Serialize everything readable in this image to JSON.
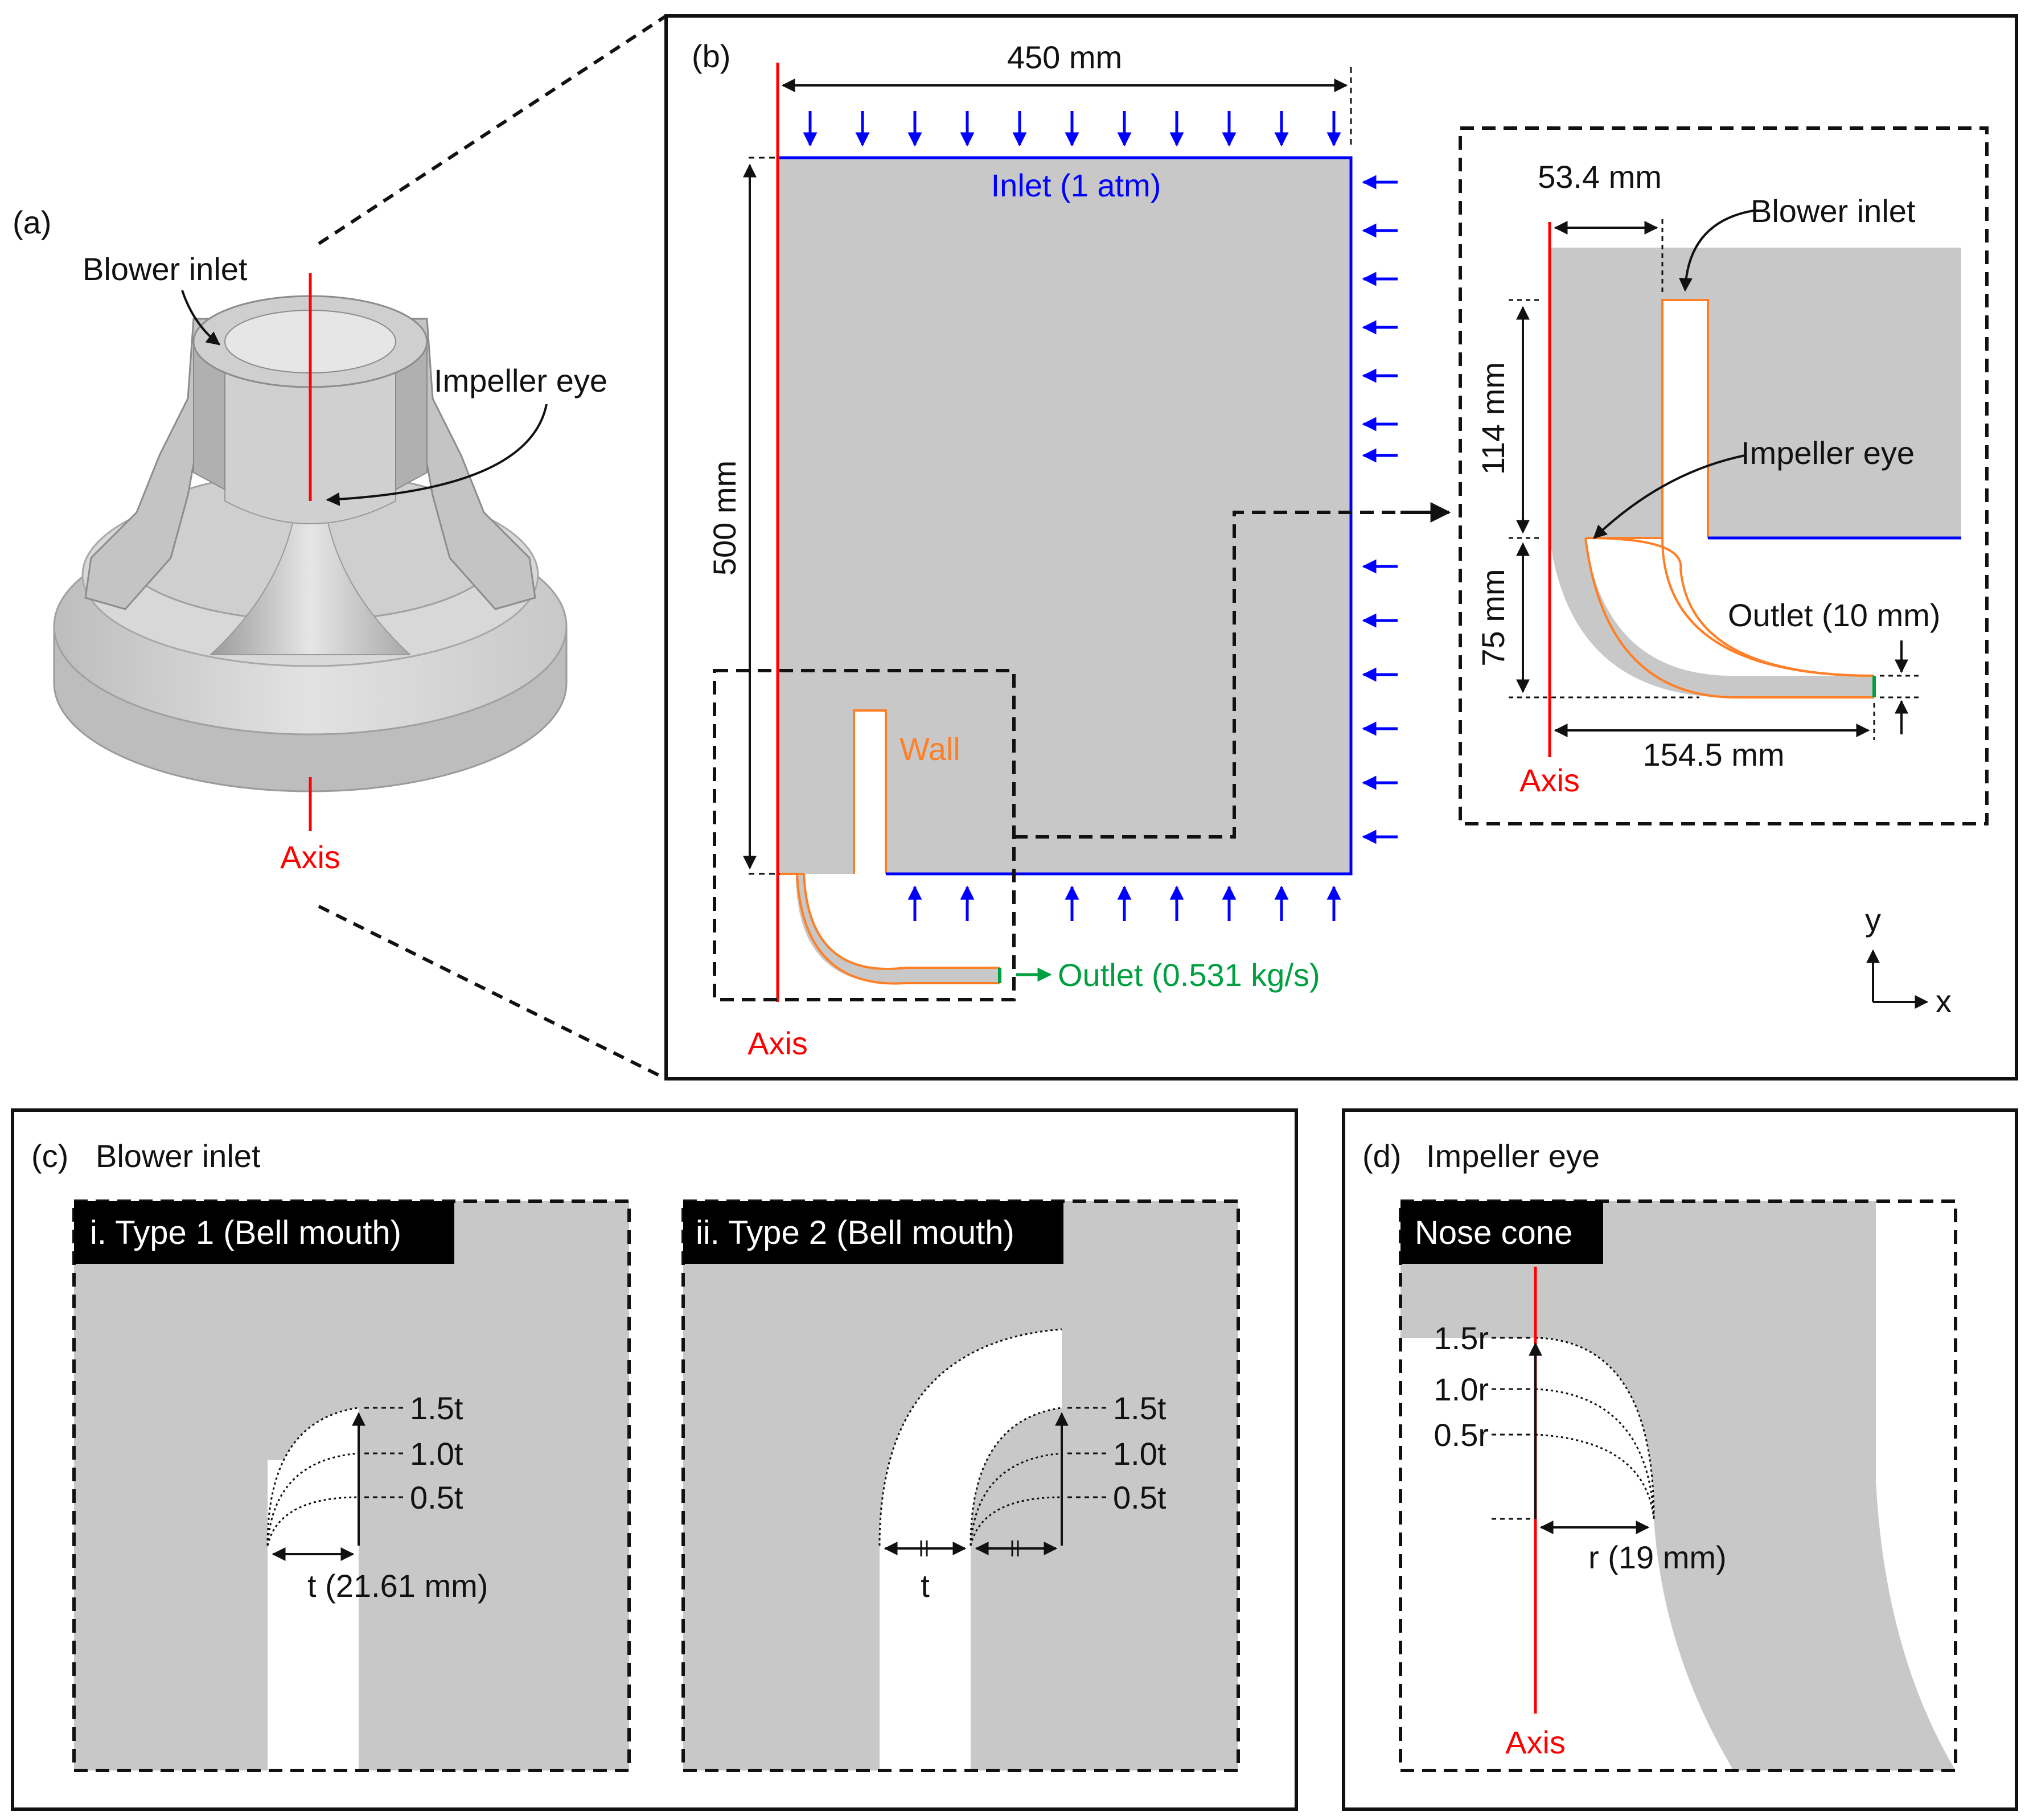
{
  "colors": {
    "axis": "#ff0000",
    "inlet": "#0000ff",
    "outlet": "#00a040",
    "wall": "#ff7f27",
    "domain": "#c8c8c8",
    "tag_bg": "#000000"
  },
  "panel_a": {
    "label": "(a)",
    "blower_inlet": "Blower inlet",
    "impeller_eye": "Impeller eye",
    "axis": "Axis"
  },
  "panel_b": {
    "label": "(b)",
    "width_dim": "450 mm",
    "height_dim": "500 mm",
    "inlet": "Inlet (1 atm)",
    "wall": "Wall",
    "outlet": "Outlet (0.531 kg/s)",
    "axis": "Axis",
    "y_axis": "y",
    "x_axis": "x",
    "inset": {
      "dim_53": "53.4 mm",
      "blower_inlet": "Blower inlet",
      "dim_114": "114 mm",
      "impeller_eye": "Impeller eye",
      "dim_75": "75 mm",
      "outlet": "Outlet (10 mm)",
      "dim_154": "154.5 mm",
      "axis": "Axis"
    }
  },
  "panel_c": {
    "label": "(c)",
    "title": "Blower inlet",
    "type1": {
      "tag": "i. Type 1 (Bell mouth)",
      "levels": [
        "1.5t",
        "1.0t",
        "0.5t"
      ],
      "dim": "t (21.61 mm)"
    },
    "type2": {
      "tag": "ii. Type 2 (Bell mouth)",
      "levels": [
        "1.5t",
        "1.0t",
        "0.5t"
      ],
      "dim": "t"
    }
  },
  "panel_d": {
    "label": "(d)",
    "title": "Impeller eye",
    "tag": "Nose cone",
    "levels": [
      "1.5r",
      "1.0r",
      "0.5r"
    ],
    "dim": "r (19 mm)",
    "axis": "Axis"
  }
}
